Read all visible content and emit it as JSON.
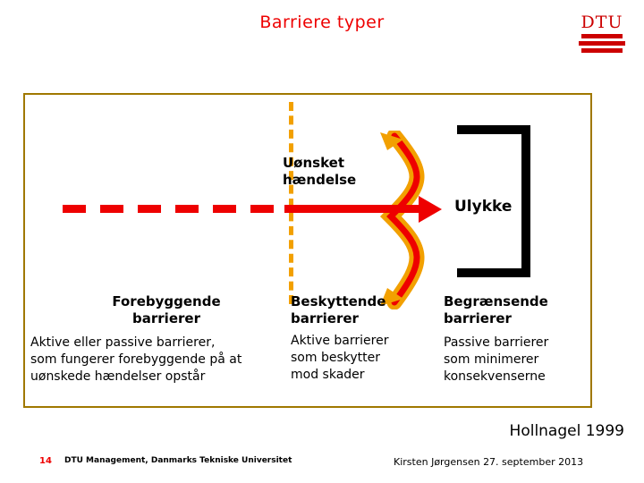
{
  "slide": {
    "title": "Barriere  typer",
    "frame_border_color": "#a07800"
  },
  "logo": {
    "text": "DTU",
    "color": "#cc0000"
  },
  "diagram": {
    "event_label": "Uønsket\nhændelse",
    "event_label_line1": "Uønsket",
    "event_label_line2": "hændelse",
    "accident_label": "Ulykke",
    "arrow_color": "#ee0000",
    "barrier_color": "#f2a000",
    "dashed_line_color": "#f2a000",
    "bracket_color": "#000000"
  },
  "columns": [
    {
      "heading_line1": "Forebyggende",
      "heading_line2": "barrierer",
      "body_line1": "Aktive eller passive barrierer,",
      "body_line2": "som fungerer forebyggende på at",
      "body_line3": "uønskede hændelser opstår"
    },
    {
      "heading_line1": "Beskyttende",
      "heading_line2": "barrierer",
      "body_line1": "Aktive barrierer",
      "body_line2": "som beskytter",
      "body_line3": "mod skader"
    },
    {
      "heading_line1": "Begrænsende",
      "heading_line2": "barrierer",
      "body_line1": "Passive barrierer",
      "body_line2": "som minimerer",
      "body_line3": "konsekvenserne"
    }
  ],
  "footer": {
    "source": "Hollnagel 1999",
    "page_number": "14",
    "department": "DTU Management, Danmarks Tekniske Universitet",
    "author": "Kirsten Jørgensen 27. september 2013"
  }
}
